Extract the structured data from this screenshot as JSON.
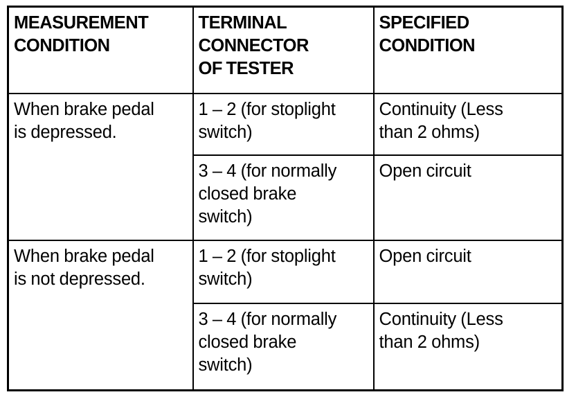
{
  "table": {
    "columns": [
      {
        "id": "measurement-condition",
        "header": "MEASUREMENT CONDITION"
      },
      {
        "id": "terminal-connector",
        "header": "TERMINAL CONNECTOR OF TESTER"
      },
      {
        "id": "specified-condition",
        "header": "SPECIFIED CONDITION"
      }
    ],
    "header_lines": {
      "col1": [
        "MEASUREMENT",
        "CONDITION"
      ],
      "col2": [
        "TERMINAL",
        "CONNECTOR",
        "OF TESTER"
      ],
      "col3": [
        "SPECIFIED",
        "CONDITION"
      ]
    },
    "groups": [
      {
        "condition_lines": [
          "When brake pedal",
          "is depressed."
        ],
        "condition": "When brake pedal is depressed.",
        "rows": [
          {
            "terminal_lines": [
              "1 – 2 (for stoplight",
              "switch)"
            ],
            "terminal": "1 – 2 (for stoplight switch)",
            "specified_lines": [
              "Continuity (Less",
              "than 2 ohms)"
            ],
            "specified": "Continuity (Less than 2 ohms)"
          },
          {
            "terminal_lines": [
              "3 – 4 (for normally",
              "closed brake",
              "switch)"
            ],
            "terminal": "3 – 4 (for normally closed brake switch)",
            "specified_lines": [
              "Open circuit"
            ],
            "specified": "Open circuit"
          }
        ]
      },
      {
        "condition_lines": [
          "When brake pedal",
          "is not depressed."
        ],
        "condition": "When brake pedal is not depressed.",
        "rows": [
          {
            "terminal_lines": [
              "1 – 2 (for stoplight",
              "switch)"
            ],
            "terminal": "1 – 2 (for stoplight switch)",
            "specified_lines": [
              "Open circuit"
            ],
            "specified": "Open circuit"
          },
          {
            "terminal_lines": [
              "3 – 4 (for normally",
              "closed brake",
              "switch)"
            ],
            "terminal": "3 – 4 (for normally closed brake switch)",
            "specified_lines": [
              "Continuity (Less",
              "than 2 ohms)"
            ],
            "specified": "Continuity (Less than 2 ohms)"
          }
        ]
      }
    ]
  },
  "colors": {
    "border": "#000000",
    "text": "#000000",
    "background": "#ffffff"
  }
}
